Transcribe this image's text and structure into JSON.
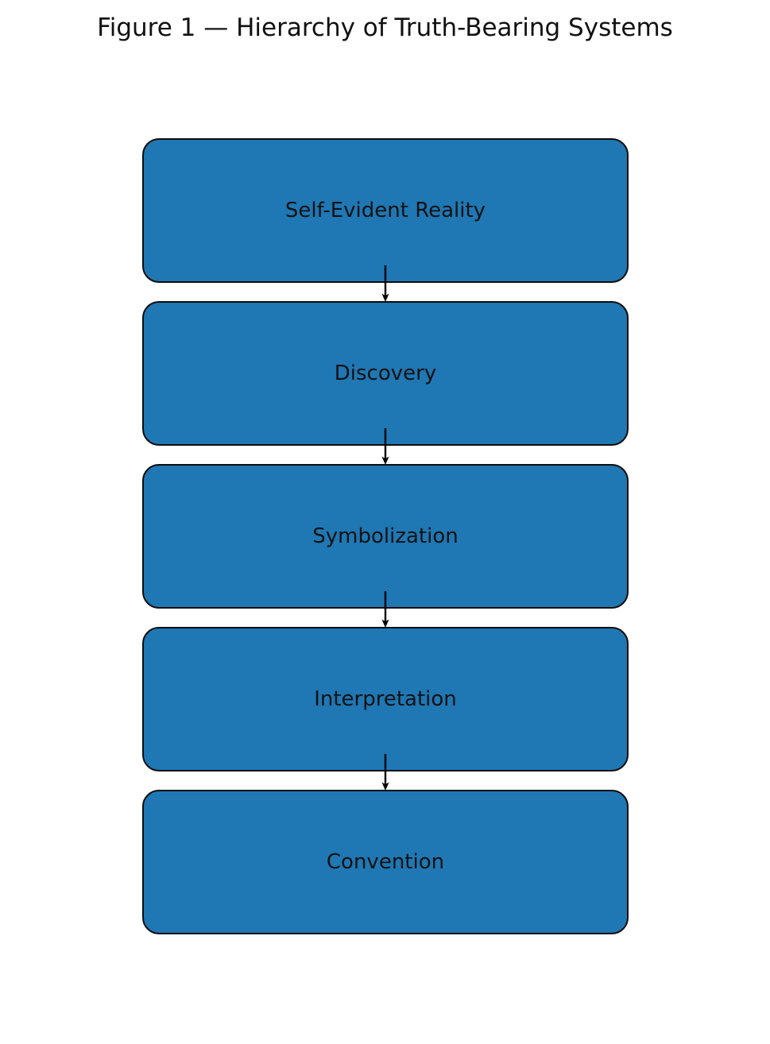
{
  "figure": {
    "title": "Figure 1 — Hierarchy of Truth-Bearing Systems",
    "background_color": "#ffffff"
  },
  "diagram": {
    "type": "flowchart",
    "orientation": "top-to-bottom",
    "node_fill_color": "#1f77b4",
    "node_border_color": "#0d0d0d",
    "node_text_color": "#121212",
    "arrow_color": "#000000",
    "nodes": [
      {
        "id": "self-evident-reality",
        "label": "Self-Evident Reality"
      },
      {
        "id": "discovery",
        "label": "Discovery"
      },
      {
        "id": "symbolization",
        "label": "Symbolization"
      },
      {
        "id": "interpretation",
        "label": "Interpretation"
      },
      {
        "id": "convention",
        "label": "Convention"
      }
    ],
    "edges": [
      {
        "from": "self-evident-reality",
        "to": "discovery",
        "label": ""
      },
      {
        "from": "discovery",
        "to": "symbolization",
        "label": ""
      },
      {
        "from": "symbolization",
        "to": "interpretation",
        "label": ""
      },
      {
        "from": "interpretation",
        "to": "convention",
        "label": ""
      }
    ]
  }
}
